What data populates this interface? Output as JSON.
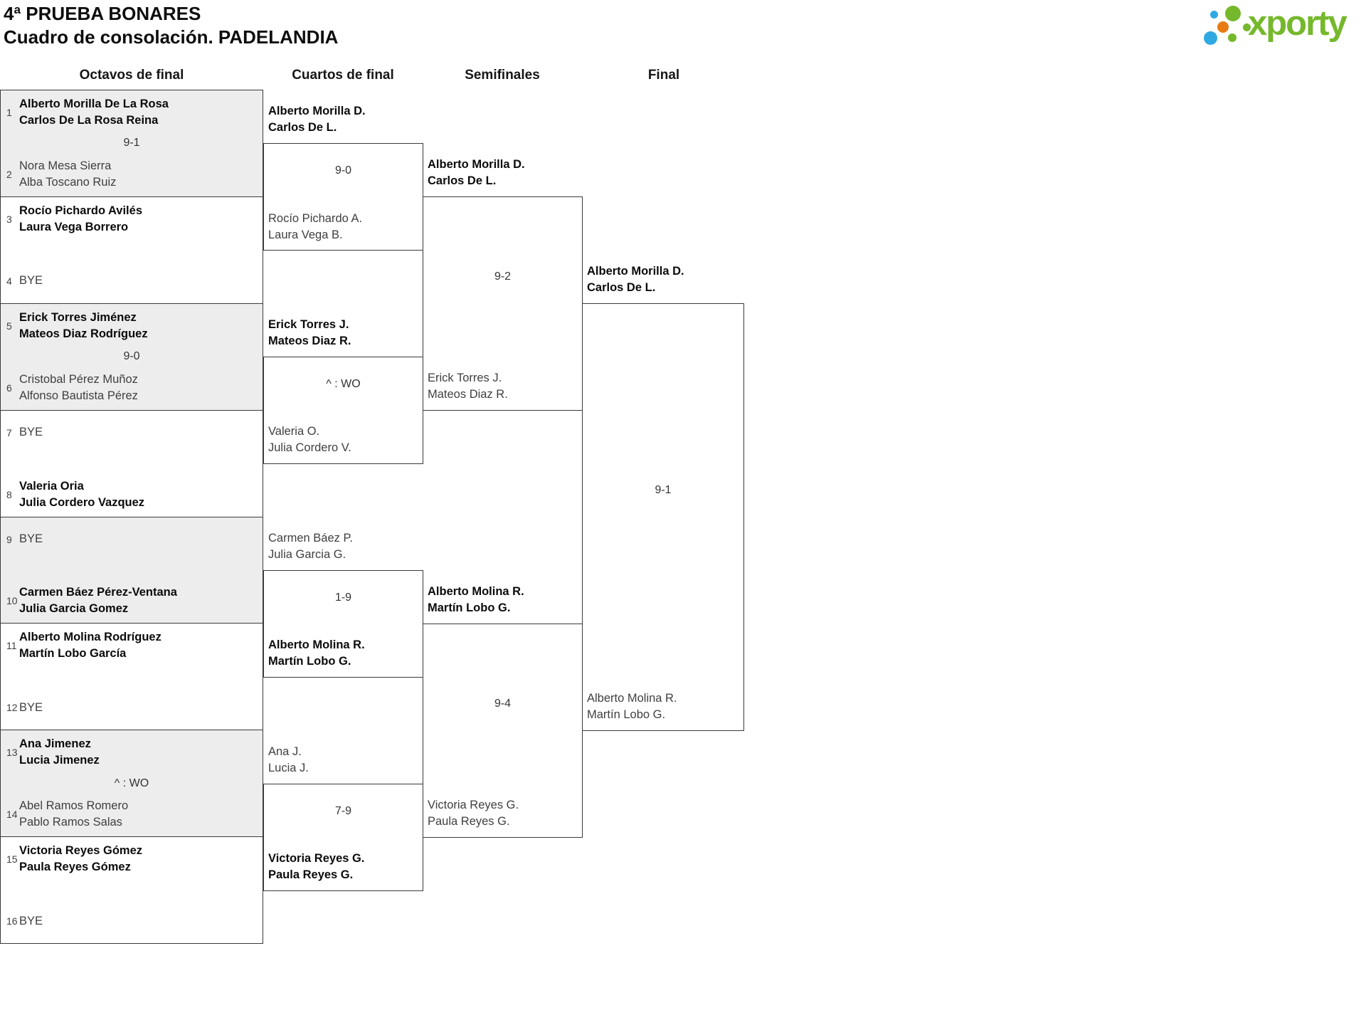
{
  "header": {
    "title_line1": "4ª PRUEBA BONARES",
    "title_line2": "Cuadro de consolación. PADELANDIA"
  },
  "logo": {
    "text": "xporty"
  },
  "round_headers": [
    "Octavos de final",
    "Cuartos de final",
    "Semifinales",
    "Final"
  ],
  "octavos": [
    {
      "seed_top": "1",
      "team_top": "Alberto Morilla De La Rosa\nCarlos De La Rosa Reina",
      "score": "9-1",
      "seed_bottom": "2",
      "team_bottom": "Nora Mesa Sierra\nAlba Toscano Ruiz"
    },
    {
      "seed_top": "3",
      "team_top": "Rocío Pichardo Avilés\nLaura Vega Borrero",
      "seed_bottom": "4",
      "team_bottom": "BYE"
    },
    {
      "seed_top": "5",
      "team_top": "Erick Torres Jiménez\nMateos Diaz Rodríguez",
      "score": "9-0",
      "seed_bottom": "6",
      "team_bottom": "Cristobal Pérez Muñoz\nAlfonso Bautista Pérez"
    },
    {
      "seed_top": "7",
      "team_top": "BYE",
      "seed_bottom": "8",
      "team_bottom": "Valeria Oria\nJulia Cordero Vazquez"
    },
    {
      "seed_top": "9",
      "team_top": "BYE",
      "seed_bottom": "10",
      "team_bottom": "Carmen Báez Pérez-Ventana\nJulia Garcia Gomez"
    },
    {
      "seed_top": "11",
      "team_top": "Alberto Molina Rodríguez\nMartín Lobo García",
      "seed_bottom": "12",
      "team_bottom": "BYE"
    },
    {
      "seed_top": "13",
      "team_top": "Ana Jimenez\nLucia Jimenez",
      "score": "^ : WO",
      "seed_bottom": "14",
      "team_bottom": "Abel Ramos Romero\nPablo Ramos Salas"
    },
    {
      "seed_top": "15",
      "team_top": "Victoria Reyes Gómez\nPaula Reyes Gómez",
      "seed_bottom": "16",
      "team_bottom": "BYE"
    }
  ],
  "cuartos": [
    {
      "team_top": "Alberto Morilla D.\nCarlos De L.",
      "score": "9-0",
      "team_bottom": "Rocío Pichardo A.\nLaura Vega B."
    },
    {
      "team_top": "Erick Torres J.\nMateos Diaz R.",
      "score": "^ : WO",
      "team_bottom": "Valeria O.\nJulia Cordero V."
    },
    {
      "team_top": "Carmen Báez P.\nJulia Garcia G.",
      "score": "1-9",
      "team_bottom": "Alberto Molina R.\nMartín Lobo G."
    },
    {
      "team_top": "Ana J.\nLucia J.",
      "score": "7-9",
      "team_bottom": "Victoria Reyes G.\nPaula Reyes G."
    }
  ],
  "semifinales": [
    {
      "team_top": "Alberto Morilla D.\nCarlos De L.",
      "score": "9-2",
      "team_bottom": "Erick Torres J.\nMateos Diaz R."
    },
    {
      "team_top": "Alberto Molina R.\nMartín Lobo G.",
      "score": "9-4",
      "team_bottom": "Victoria Reyes G.\nPaula Reyes G."
    }
  ],
  "final": {
    "team_top": "Alberto Morilla D.\nCarlos De L.",
    "score": "9-1",
    "team_bottom": "Alberto Molina R.\nMartín Lobo G."
  }
}
